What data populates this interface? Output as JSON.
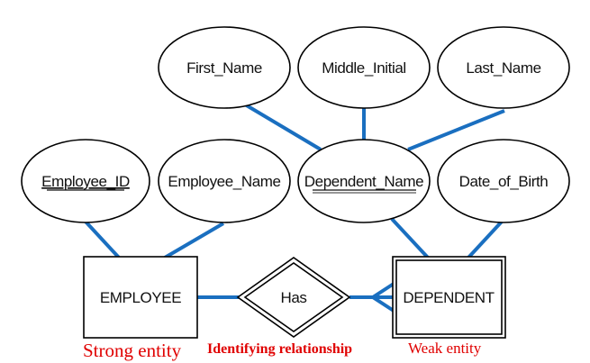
{
  "attributes": {
    "first_name": "First_Name",
    "middle_initial": "Middle_Initial",
    "last_name": "Last_Name",
    "employee_id": "Employee_ID",
    "employee_name": "Employee_Name",
    "dependent_name": "Dependent_Name",
    "date_of_birth": "Date_of_Birth"
  },
  "entities": {
    "employee": "EMPLOYEE",
    "dependent": "DEPENDENT"
  },
  "relationship": {
    "has": "Has"
  },
  "annotations": {
    "strong_entity": "Strong entity",
    "identifying_relationship": "Identifying relationship",
    "weak_entity": "Weak entity"
  },
  "colors": {
    "connector": "#1a6fc0",
    "annotation": "#e00000"
  }
}
